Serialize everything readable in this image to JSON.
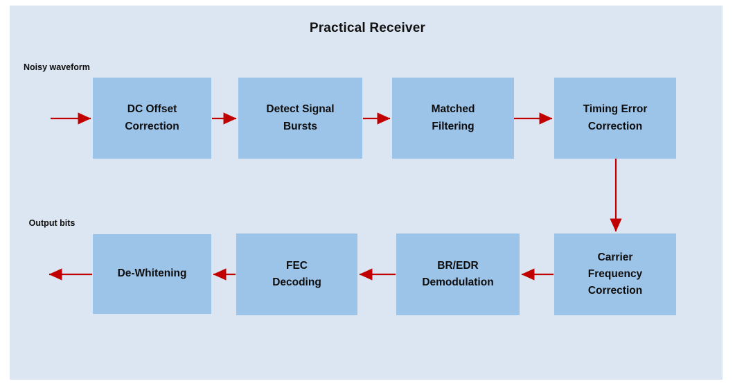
{
  "diagram": {
    "title": "Practical Receiver",
    "background_color": "#dce6f2",
    "block_color": "#9cc3e8",
    "arrow_color": "#c00000",
    "text_color": "#0d0d0d",
    "input_label": {
      "line1": "Noisy",
      "line2": "waveform"
    },
    "output_label": {
      "line1": "Output",
      "line2": "bits"
    },
    "blocks": [
      {
        "id": "dc-offset-correction",
        "line1": "DC Offset",
        "line2": "Correction",
        "line3": ""
      },
      {
        "id": "detect-signal-bursts",
        "line1": "Detect Signal",
        "line2": "Bursts",
        "line3": ""
      },
      {
        "id": "matched-filtering",
        "line1": "Matched",
        "line2": "Filtering",
        "line3": ""
      },
      {
        "id": "timing-error-correction",
        "line1": "Timing Error",
        "line2": "Correction",
        "line3": ""
      },
      {
        "id": "carrier-frequency-correction",
        "line1": "Carrier",
        "line2": "Frequency",
        "line3": "Correction"
      },
      {
        "id": "br-edr-demodulation",
        "line1": "BR/EDR",
        "line2": "Demodulation",
        "line3": ""
      },
      {
        "id": "fec-decoding",
        "line1": "FEC",
        "line2": "Decoding",
        "line3": ""
      },
      {
        "id": "de-whitening",
        "line1": "De-Whitening",
        "line2": "",
        "line3": ""
      }
    ],
    "connections": [
      {
        "from": "input",
        "to": "dc-offset-correction",
        "direction": "right"
      },
      {
        "from": "dc-offset-correction",
        "to": "detect-signal-bursts",
        "direction": "right"
      },
      {
        "from": "detect-signal-bursts",
        "to": "matched-filtering",
        "direction": "right"
      },
      {
        "from": "matched-filtering",
        "to": "timing-error-correction",
        "direction": "right"
      },
      {
        "from": "timing-error-correction",
        "to": "carrier-frequency-correction",
        "direction": "down"
      },
      {
        "from": "carrier-frequency-correction",
        "to": "br-edr-demodulation",
        "direction": "left"
      },
      {
        "from": "br-edr-demodulation",
        "to": "fec-decoding",
        "direction": "left"
      },
      {
        "from": "fec-decoding",
        "to": "de-whitening",
        "direction": "left"
      },
      {
        "from": "de-whitening",
        "to": "output",
        "direction": "left"
      }
    ]
  }
}
